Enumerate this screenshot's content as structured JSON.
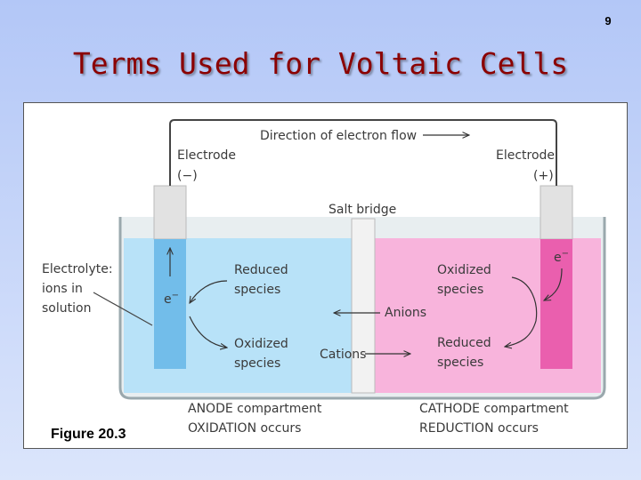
{
  "slide": {
    "number": "9",
    "title": "Terms Used for Voltaic Cells"
  },
  "figure": {
    "caption": "Figure 20.3",
    "direction_label": "Direction of electron flow",
    "electrode_left": {
      "line1": "Electrode",
      "line2": "(−)"
    },
    "electrode_right": {
      "line1": "Electrode",
      "line2": "(+)"
    },
    "salt_bridge": "Salt bridge",
    "electrolyte": {
      "line1": "Electrolyte:",
      "line2": "ions in",
      "line3": "solution"
    },
    "electron": "e",
    "electron_sup": "−",
    "left_reduced": {
      "line1": "Reduced",
      "line2": "species"
    },
    "left_oxidized": {
      "line1": "Oxidized",
      "line2": "species"
    },
    "right_oxidized": {
      "line1": "Oxidized",
      "line2": "species"
    },
    "right_reduced": {
      "line1": "Reduced",
      "line2": "species"
    },
    "anions": "Anions",
    "cations": "Cations",
    "anode": {
      "line1": "ANODE compartment",
      "line2": "OXIDATION occurs"
    },
    "cathode": {
      "line1": "CATHODE compartment",
      "line2": "REDUCTION occurs"
    },
    "colors": {
      "anode_solution": "#b8e2f8",
      "cathode_solution": "#f8b4dc",
      "anode_electrode": "#72bdea",
      "cathode_electrode": "#ea5fae"
    }
  }
}
